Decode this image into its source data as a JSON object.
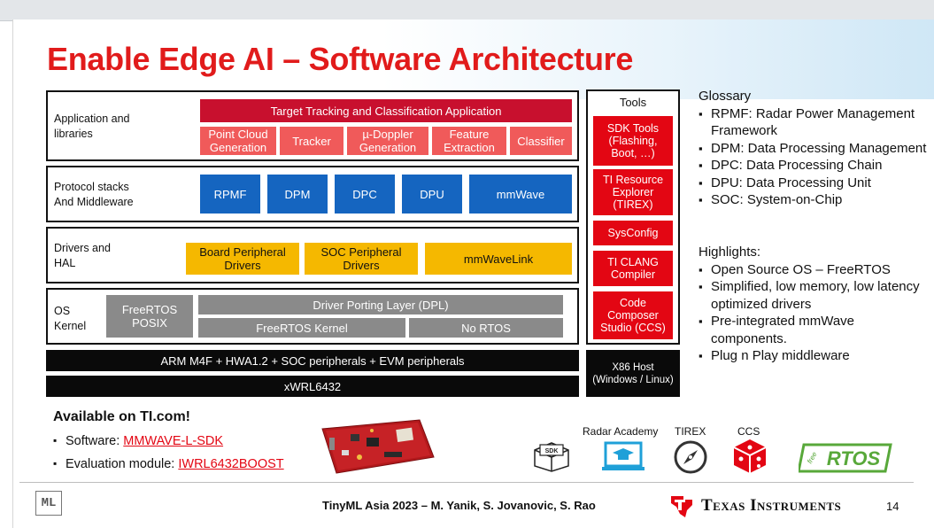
{
  "slide": {
    "title": "Enable Edge AI – Software Architecture",
    "page_number": "14"
  },
  "layers": {
    "app": {
      "label": "Application and\nlibraries",
      "top_block": "Target Tracking and Classification Application",
      "blocks": [
        "Point Cloud\nGeneration",
        "Tracker",
        "µ-Doppler\nGeneration",
        "Feature\nExtraction",
        "Classifier"
      ]
    },
    "protocol": {
      "label": "Protocol stacks\nAnd Middleware",
      "blocks": [
        "RPMF",
        "DPM",
        "DPC",
        "DPU",
        "mmWave"
      ]
    },
    "drivers": {
      "label": "Drivers and\nHAL",
      "blocks": [
        "Board Peripheral\nDrivers",
        "SOC Peripheral\nDrivers",
        "mmWaveLink"
      ]
    },
    "os": {
      "label": "OS\nKernel",
      "posix": "FreeRTOS\nPOSIX",
      "dpl": "Driver Porting Layer (DPL)",
      "kernel": "FreeRTOS Kernel",
      "nortos": "No RTOS"
    },
    "hw": "ARM M4F + HWA1.2 + SOC peripherals + EVM peripherals",
    "device": "xWRL6432"
  },
  "tools": {
    "title": "Tools",
    "items": [
      "SDK Tools\n(Flashing,\nBoot, …)",
      "TI Resource\nExplorer\n(TIREX)",
      "SysConfig",
      "TI CLANG\nCompiler",
      "Code\nComposer\nStudio (CCS)"
    ],
    "host": "X86 Host\n(Windows / Linux)"
  },
  "glossary": {
    "title": "Glossary",
    "items": [
      "RPMF: Radar Power Management Framework",
      "DPM: Data Processing Management",
      "DPC: Data Processing Chain",
      "DPU: Data Processing Unit",
      "SOC: System-on-Chip"
    ]
  },
  "highlights": {
    "title": "Highlights:",
    "items": [
      "Open Source OS – FreeRTOS",
      "Simplified, low memory, low latency optimized drivers",
      "Pre-integrated mmWave components.",
      "Plug n Play middleware"
    ]
  },
  "availability": {
    "title": "Available on TI.com!",
    "software_label": "Software: ",
    "software_link": "MMWAVE-L-SDK",
    "evm_label": "Evaluation module: ",
    "evm_link": "IWRL6432BOOST"
  },
  "tool_icons": {
    "sdk": "SDK",
    "academy": "Radar Academy",
    "tirex": "TIREX",
    "ccs": "CCS",
    "freertos": "RTOS",
    "freertos_prefix": "free"
  },
  "footer": {
    "credits": "TinyML Asia 2023 – M. Yanik, S. Jovanovic, S. Rao",
    "ti_logo": "Texas Instruments",
    "tinyml_logo": "ML"
  },
  "colors": {
    "title_red": "#e11b1b",
    "ti_red": "#e30613",
    "block_blue": "#1565c0",
    "block_yellow": "#f5b800",
    "block_gray": "#8a8a8a"
  }
}
